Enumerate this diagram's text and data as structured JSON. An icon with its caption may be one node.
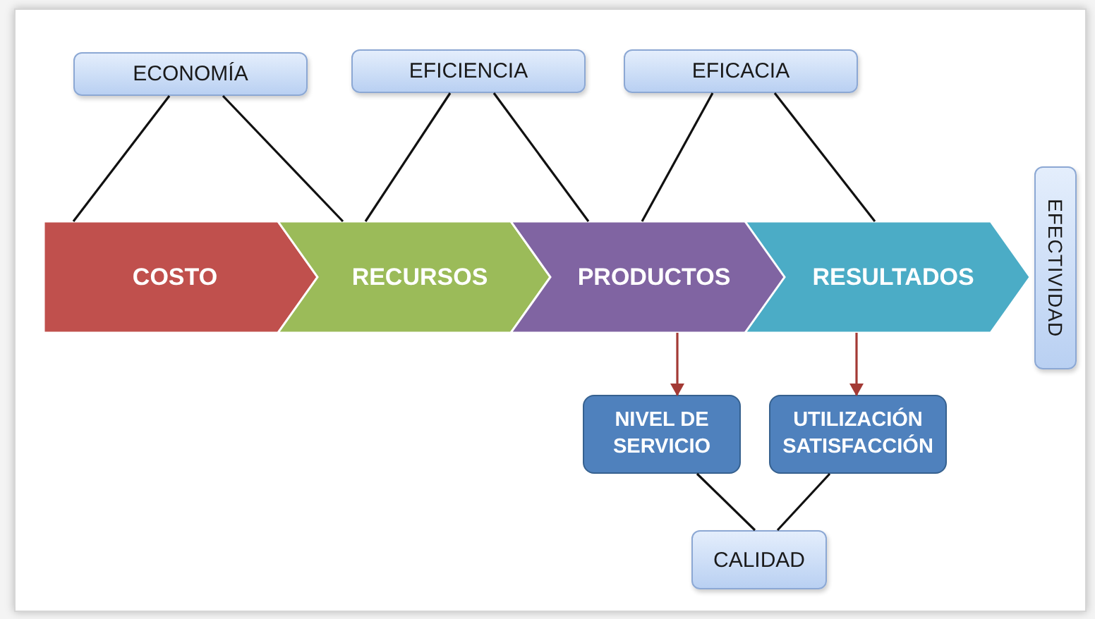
{
  "diagram": {
    "nodes": [
      {
        "text": [
          "ECONOMÍA"
        ]
      },
      {
        "text": [
          "EFICIENCIA"
        ]
      },
      {
        "text": [
          "EFICACIA"
        ]
      },
      {
        "text": [
          "COSTO"
        ]
      },
      {
        "text": [
          "RECURSOS"
        ]
      },
      {
        "text": [
          "PRODUCTOS"
        ]
      },
      {
        "text": [
          "RESULTADOS"
        ]
      },
      {
        "text": [
          "EFECTIVIDAD"
        ]
      },
      {
        "text": [
          "NIVEL DE SERVICIO"
        ]
      },
      {
        "text": [
          "UTILIZACIÓN SATISFACCIÓN"
        ]
      },
      {
        "text": [
          "CALIDAD"
        ]
      }
    ],
    "edges": [
      {
        "from": 0,
        "to": 3,
        "arrow": "none"
      },
      {
        "from": 0,
        "to": 4,
        "arrow": "none"
      },
      {
        "from": 1,
        "to": 4,
        "arrow": "none"
      },
      {
        "from": 1,
        "to": 5,
        "arrow": "none"
      },
      {
        "from": 2,
        "to": 5,
        "arrow": "none"
      },
      {
        "from": 2,
        "to": 6,
        "arrow": "none"
      },
      {
        "from": 5,
        "to": 8,
        "arrow": "to",
        "color": "#a33a35"
      },
      {
        "from": 6,
        "to": 9,
        "arrow": "to",
        "color": "#a33a35"
      },
      {
        "from": 8,
        "to": 10,
        "arrow": "none"
      },
      {
        "from": 9,
        "to": 10,
        "arrow": "none"
      }
    ]
  }
}
